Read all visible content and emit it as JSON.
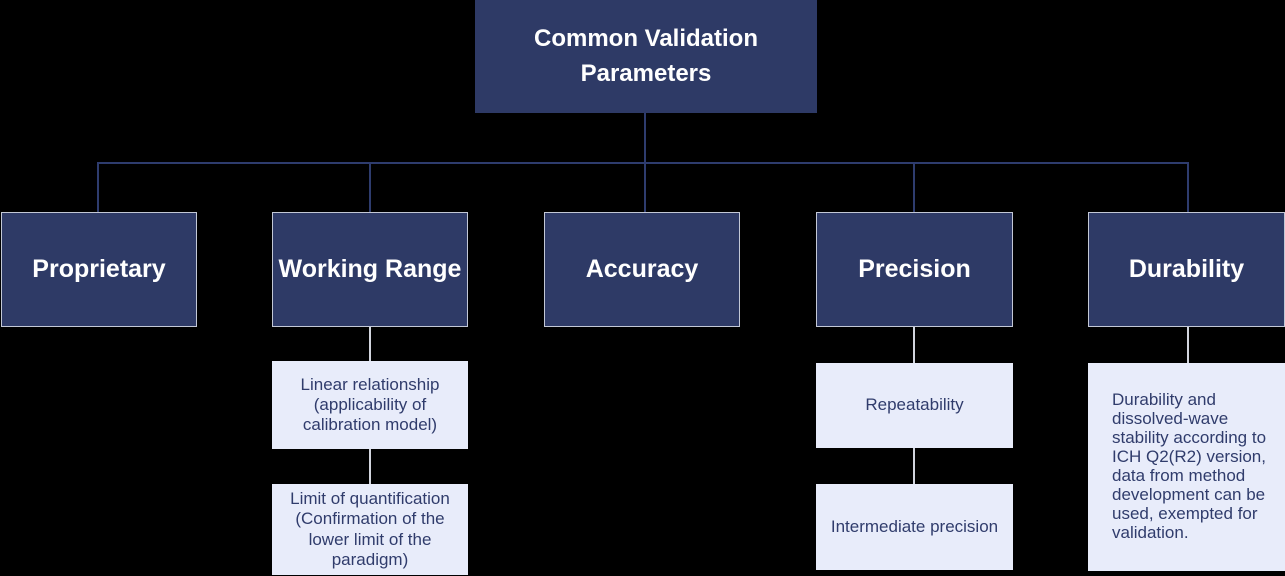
{
  "diagram": {
    "title": "Common Validation Parameters",
    "root": {
      "label": "Common Validation Parameters"
    },
    "children": [
      {
        "label": "Proprietary",
        "subs": []
      },
      {
        "label": "Working Range",
        "subs": [
          {
            "label": "Linear relationship (applicability of calibration model)"
          },
          {
            "label": "Limit of quantification (Confirmation of the lower limit of the paradigm)"
          }
        ]
      },
      {
        "label": "Accuracy",
        "subs": []
      },
      {
        "label": "Precision",
        "subs": [
          {
            "label": "Repeatability"
          },
          {
            "label": "Intermediate precision"
          }
        ]
      },
      {
        "label": "Durability",
        "subs": [
          {
            "label": "Durability and dissolved-wave stability according to ICH Q2(R2) version, data from method development can be used, exempted for validation."
          }
        ]
      }
    ],
    "colors": {
      "background": "#000000",
      "node_fill": "#2E3A66",
      "node_text": "#FFFFFF",
      "node_border": "#C3C8D6",
      "leaf_fill": "#E8ECFA",
      "leaf_text": "#303C6C",
      "tree_line": "#2E3C6E",
      "leaf_line": "#D2D5DE"
    }
  }
}
